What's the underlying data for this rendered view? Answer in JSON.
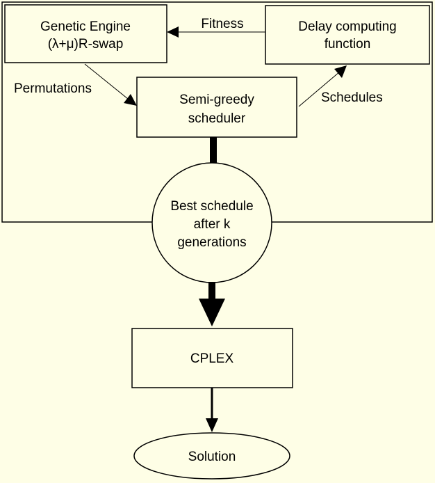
{
  "nodes": {
    "genetic_engine": {
      "line1": "Genetic Engine",
      "line2": "(λ+μ)R-swap"
    },
    "delay_function": {
      "line1": "Delay computing",
      "line2": "function"
    },
    "scheduler": {
      "line1": "Semi-greedy",
      "line2": "scheduler"
    },
    "best_schedule": {
      "line1": "Best schedule",
      "line2": "after k",
      "line3": "generations"
    },
    "cplex": {
      "label": "CPLEX"
    },
    "solution": {
      "label": "Solution"
    }
  },
  "edges": {
    "fitness": "Fitness",
    "permutations": "Permutations",
    "schedules": "Schedules"
  },
  "colors": {
    "background": "#fefee6",
    "stroke": "#000000"
  }
}
